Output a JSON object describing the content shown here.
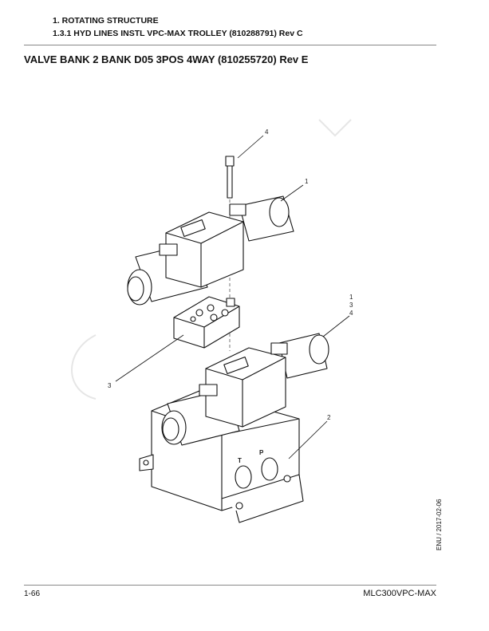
{
  "header": {
    "section": "1. ROTATING STRUCTURE",
    "subsection": "1.3.1 HYD LINES INSTL VPC-MAX TROLLEY (810288791) Rev C"
  },
  "title": "VALVE BANK 2 BANK D05 3POS 4WAY (810255720) Rev E",
  "callouts": {
    "c4_top": "4",
    "c1_top": "1",
    "c_stack_1": "1",
    "c_stack_3": "3",
    "c_stack_4": "4",
    "c3": "3",
    "c2": "2"
  },
  "port_labels": {
    "t": "T",
    "p": "P"
  },
  "footer": {
    "page": "1-66",
    "model": "MLC300VPC-MAX",
    "doc_date": "ENU / 2017-02-06"
  }
}
